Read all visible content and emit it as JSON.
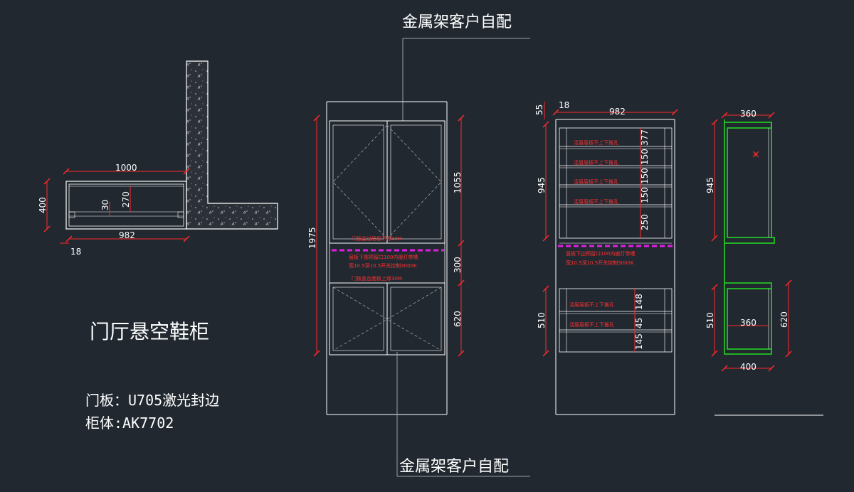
{
  "colors": {
    "background": "#212830",
    "line": "#ffffff",
    "dimension": "#ff2a2a",
    "shelf_mark": "#e020e0",
    "side_section": "#22dd22"
  },
  "labels": {
    "metal_rack_top": "金属架客户自配",
    "metal_rack_bottom": "金属架客户自配",
    "title": "门厅悬空鞋柜",
    "door_panel": "门板：U705激光封边",
    "cabinet_body": "柜体:AK7702"
  },
  "plan_view": {
    "dims": {
      "width_outer": "1000",
      "width_inner": "982",
      "depth": "400",
      "board": "18",
      "inner_a": "270",
      "inner_b": "30"
    }
  },
  "front_view": {
    "dims": {
      "total_height": "1975",
      "upper": "1055",
      "middle": "300",
      "lower": "620"
    },
    "notes": {
      "door_upper": "门板盖过层板下缘30M",
      "strip_1": "层板下部预留口100内嵌灯带槽",
      "strip_2": "宽10.5深10.5开关控制3000K",
      "door_lower": "门板盖台面板上缘30M"
    }
  },
  "interior_view": {
    "dims": {
      "top_gap": "55",
      "board": "18",
      "width": "982",
      "upper_height": "945",
      "lower_height": "510",
      "shelf_1": "150",
      "shelf_2": "150",
      "shelf_3": "150",
      "shelf_4": "250",
      "shelf_5": "148",
      "shelf_6": "45",
      "shelf_7": "145",
      "shelf_top": "377"
    },
    "notes": {
      "shelf_note": "活层层板不上下推孔",
      "strip_1": "层板下边预留口100内嵌灯带槽",
      "strip_2": "宽10.5深10.5开关控制3000K"
    }
  },
  "side_view": {
    "dims": {
      "top_inner": "360",
      "upper_height": "945",
      "lower_height": "510",
      "lower_inner": "360",
      "lower_total": "620",
      "depth": "400"
    }
  }
}
